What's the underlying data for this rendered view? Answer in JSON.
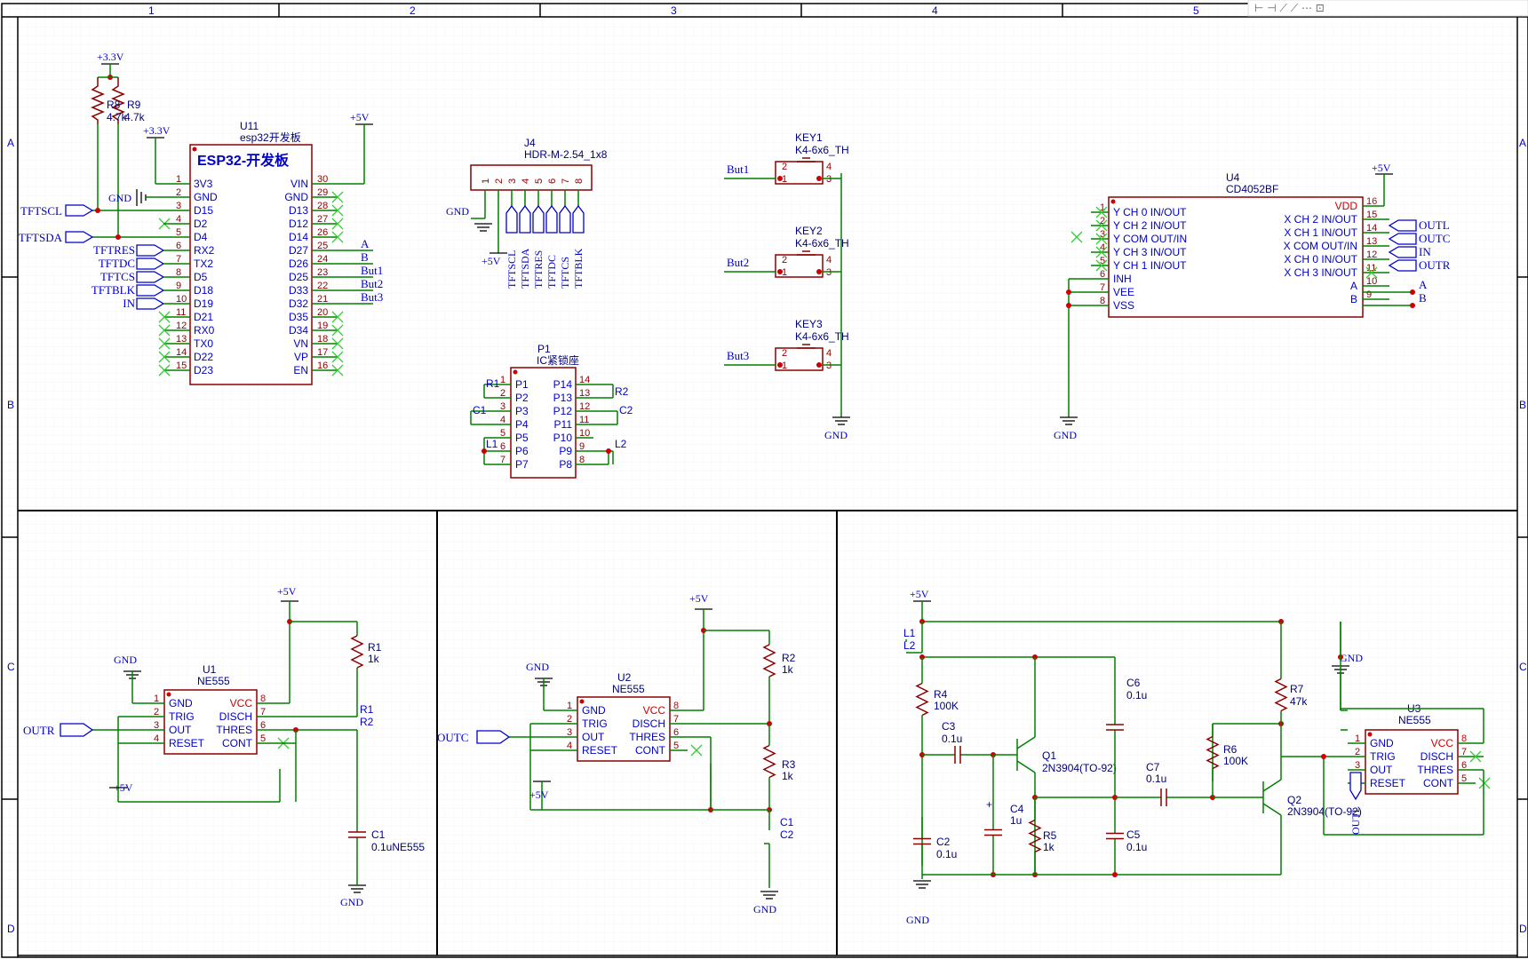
{
  "ruler": {
    "columns": [
      "1",
      "2",
      "3",
      "4",
      "5"
    ],
    "rows": [
      "A",
      "B",
      "C",
      "D"
    ]
  },
  "esp32": {
    "ref": "U11",
    "name": "esp32开发板",
    "title": "ESP32-开发板",
    "left_pins": [
      {
        "num": "1",
        "name": "3V3"
      },
      {
        "num": "2",
        "name": "GND"
      },
      {
        "num": "3",
        "name": "D15"
      },
      {
        "num": "4",
        "name": "D2"
      },
      {
        "num": "5",
        "name": "D4"
      },
      {
        "num": "6",
        "name": "RX2"
      },
      {
        "num": "7",
        "name": "TX2"
      },
      {
        "num": "8",
        "name": "D5"
      },
      {
        "num": "9",
        "name": "D18"
      },
      {
        "num": "10",
        "name": "D19"
      },
      {
        "num": "11",
        "name": "D21"
      },
      {
        "num": "12",
        "name": "RX0"
      },
      {
        "num": "13",
        "name": "TX0"
      },
      {
        "num": "14",
        "name": "D22"
      },
      {
        "num": "15",
        "name": "D23"
      }
    ],
    "right_pins": [
      {
        "num": "30",
        "name": "VIN"
      },
      {
        "num": "29",
        "name": "GND"
      },
      {
        "num": "28",
        "name": "D13"
      },
      {
        "num": "27",
        "name": "D12"
      },
      {
        "num": "26",
        "name": "D14"
      },
      {
        "num": "25",
        "name": "D27"
      },
      {
        "num": "24",
        "name": "D26"
      },
      {
        "num": "23",
        "name": "D25"
      },
      {
        "num": "22",
        "name": "D33"
      },
      {
        "num": "21",
        "name": "D32"
      },
      {
        "num": "20",
        "name": "D35"
      },
      {
        "num": "19",
        "name": "D34"
      },
      {
        "num": "18",
        "name": "VN"
      },
      {
        "num": "17",
        "name": "VP"
      },
      {
        "num": "16",
        "name": "EN"
      }
    ],
    "left_ports": [
      "TFTRES",
      "TFTDC",
      "TFTCS",
      "TFTBLK",
      "IN"
    ],
    "bus_ports": [
      "TFTSCL",
      "TFTSDA"
    ],
    "right_nets": [
      "A",
      "B",
      "But1",
      "But2",
      "But3"
    ],
    "r8": "R8",
    "r9": "R9",
    "r8v": "4.7k",
    "r9v": "4.7k",
    "p33a": "+3.3V",
    "p33b": "+3.3V",
    "p5": "+5V",
    "gnd": "GND"
  },
  "j4": {
    "ref": "J4",
    "name": "HDR-M-2.54_1x8",
    "pins": [
      "1",
      "2",
      "3",
      "4",
      "5",
      "6",
      "7",
      "8"
    ],
    "signals": [
      "TFTSCL",
      "TFTSDA",
      "TFTRES",
      "TFTDC",
      "TFTCS",
      "TFTBLK"
    ],
    "gnd": "GND",
    "p5": "+5V"
  },
  "p1": {
    "ref": "P1",
    "name": "IC紧锁座",
    "left": [
      {
        "num": "1",
        "name": "P1"
      },
      {
        "num": "2",
        "name": "P2"
      },
      {
        "num": "3",
        "name": "P3"
      },
      {
        "num": "4",
        "name": "P4"
      },
      {
        "num": "5",
        "name": "P5"
      },
      {
        "num": "6",
        "name": "P6"
      },
      {
        "num": "7",
        "name": "P7"
      }
    ],
    "right": [
      {
        "num": "14",
        "name": "P14"
      },
      {
        "num": "13",
        "name": "P13"
      },
      {
        "num": "12",
        "name": "P12"
      },
      {
        "num": "11",
        "name": "P11"
      },
      {
        "num": "10",
        "name": "P10"
      },
      {
        "num": "9",
        "name": "P9"
      },
      {
        "num": "8",
        "name": "P8"
      }
    ],
    "nets_left": [
      "R1",
      "C1",
      "L1"
    ],
    "nets_right": [
      "R2",
      "C2",
      "L2"
    ]
  },
  "keys": [
    {
      "ref": "KEY1",
      "name": "K4-6x6_TH",
      "net": "But1"
    },
    {
      "ref": "KEY2",
      "name": "K4-6x6_TH",
      "net": "But2"
    },
    {
      "ref": "KEY3",
      "name": "K4-6x6_TH",
      "net": "But3"
    }
  ],
  "key_pins": [
    "1",
    "2",
    "3",
    "4"
  ],
  "key_gnd": "GND",
  "u4": {
    "ref": "U4",
    "name": "CD4052BF",
    "left": [
      {
        "num": "1",
        "name": "Y CH 0 IN/OUT"
      },
      {
        "num": "2",
        "name": "Y CH 2 IN/OUT"
      },
      {
        "num": "3",
        "name": "Y COM OUT/IN"
      },
      {
        "num": "4",
        "name": "Y CH 3 IN/OUT"
      },
      {
        "num": "5",
        "name": "Y CH 1 IN/OUT"
      },
      {
        "num": "6",
        "name": "INH"
      },
      {
        "num": "7",
        "name": "VEE"
      },
      {
        "num": "8",
        "name": "VSS"
      }
    ],
    "right": [
      {
        "num": "16",
        "name": "VDD"
      },
      {
        "num": "15",
        "name": "X CH 2 IN/OUT"
      },
      {
        "num": "14",
        "name": "X CH 1 IN/OUT"
      },
      {
        "num": "13",
        "name": "X COM OUT/IN"
      },
      {
        "num": "12",
        "name": "X CH 0 IN/OUT"
      },
      {
        "num": "11",
        "name": "X CH 3 IN/OUT"
      },
      {
        "num": "10",
        "name": "A"
      },
      {
        "num": "9",
        "name": "B"
      }
    ],
    "ports": [
      "OUTL",
      "OUTC",
      "IN",
      "OUTR"
    ],
    "nets": [
      "A",
      "B"
    ],
    "p5": "+5V",
    "gnd": "GND"
  },
  "timer1": {
    "ref": "U1",
    "name": "NE555",
    "port": "OUTR",
    "r": "R1",
    "rv": "1k",
    "c": "C1",
    "cv": "0.1uNE555",
    "n1": "R1",
    "n2": "R2",
    "p5": "+5V",
    "p5b": "+5V",
    "gnd": "GND",
    "gnd2": "GND"
  },
  "timer2": {
    "ref": "U2",
    "name": "NE555",
    "port": "OUTC",
    "ra": "R2",
    "rav": "1k",
    "rb": "R3",
    "rbv": "1k",
    "n1": "C1",
    "n2": "C2",
    "p5": "+5V",
    "p5b": "+5V",
    "gnd": "GND",
    "gnd2": "GND"
  },
  "ne555_pins": {
    "left": [
      {
        "num": "1",
        "name": "GND"
      },
      {
        "num": "2",
        "name": "TRIG"
      },
      {
        "num": "3",
        "name": "OUT"
      },
      {
        "num": "4",
        "name": "RESET"
      }
    ],
    "right": [
      {
        "num": "8",
        "name": "VCC"
      },
      {
        "num": "7",
        "name": "DISCH"
      },
      {
        "num": "6",
        "name": "THRES"
      },
      {
        "num": "5",
        "name": "CONT"
      }
    ]
  },
  "osc": {
    "p5": "+5V",
    "gnd": "GND",
    "gnd2": "GND",
    "l1": "L1",
    "l2": "L2",
    "r4": "R4",
    "r4v": "100K",
    "r5": "R5",
    "r5v": "1k",
    "r6": "R6",
    "r6v": "100K",
    "r7": "R7",
    "r7v": "47k",
    "c2": "C2",
    "c2v": "0.1u",
    "c3": "C3",
    "c3v": "0.1u",
    "c4": "C4",
    "c4v": "1u",
    "c5": "C5",
    "c5v": "0.1u",
    "c6": "C6",
    "c6v": "0.1u",
    "c7": "C7",
    "c7v": "0.1u",
    "q1": "Q1",
    "q1v": "2N3904(TO-92)",
    "q2": "Q2",
    "q2v": "2N3904(TO-92)",
    "u3": "U3",
    "u3v": "NE555",
    "port": "OUTL"
  },
  "toolbar": {
    "hint": "⊢ ⊣ ⟋ ⟋ ⋯ ⊡"
  }
}
